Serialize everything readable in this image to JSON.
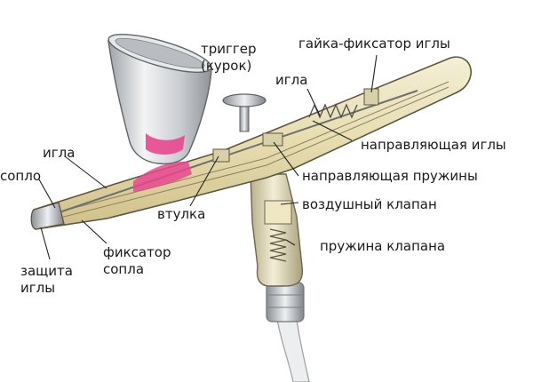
{
  "labels": {
    "trigger_line1": "триггер",
    "trigger_line2": "(курок)",
    "needle_lock_nut": "гайка-фиксатор иглы",
    "needle_top": "игла",
    "needle_guide": "направляющая иглы",
    "spring_guide": "направляющая пружины",
    "air_valve": "воздушный клапан",
    "valve_spring": "пружина клапана",
    "needle_left": "игла",
    "nozzle": "сопло",
    "bushing": "втулка",
    "nozzle_lock_line1": "фиксатор",
    "nozzle_lock_line2": "сопла",
    "needle_guard_line1": "защита",
    "needle_guard_line2": "иглы"
  },
  "colors": {
    "body_metal": "#e9e2bf",
    "chrome": "#d7d9dc",
    "paint": "#e8478f",
    "leader": "#222222"
  }
}
